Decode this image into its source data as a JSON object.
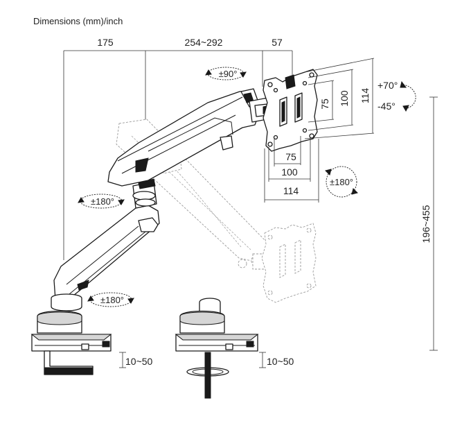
{
  "heading": "Dimensions (mm)/inch",
  "top_dimensions": {
    "a": "175",
    "b": "254~292",
    "c": "57"
  },
  "rotations": {
    "swivel_top": "±90°",
    "arm_joint": "±180°",
    "base_joint": "±180°",
    "screen_rotate": "±180°"
  },
  "tilt": {
    "up": "+70°",
    "down": "-45°"
  },
  "vesa": {
    "h75": "75",
    "h100": "100",
    "h114": "114",
    "w75": "75",
    "w100": "100",
    "w114": "114"
  },
  "height_range": "196~455",
  "desk_thickness": {
    "clamp": "10~50",
    "grommet": "10~50"
  }
}
